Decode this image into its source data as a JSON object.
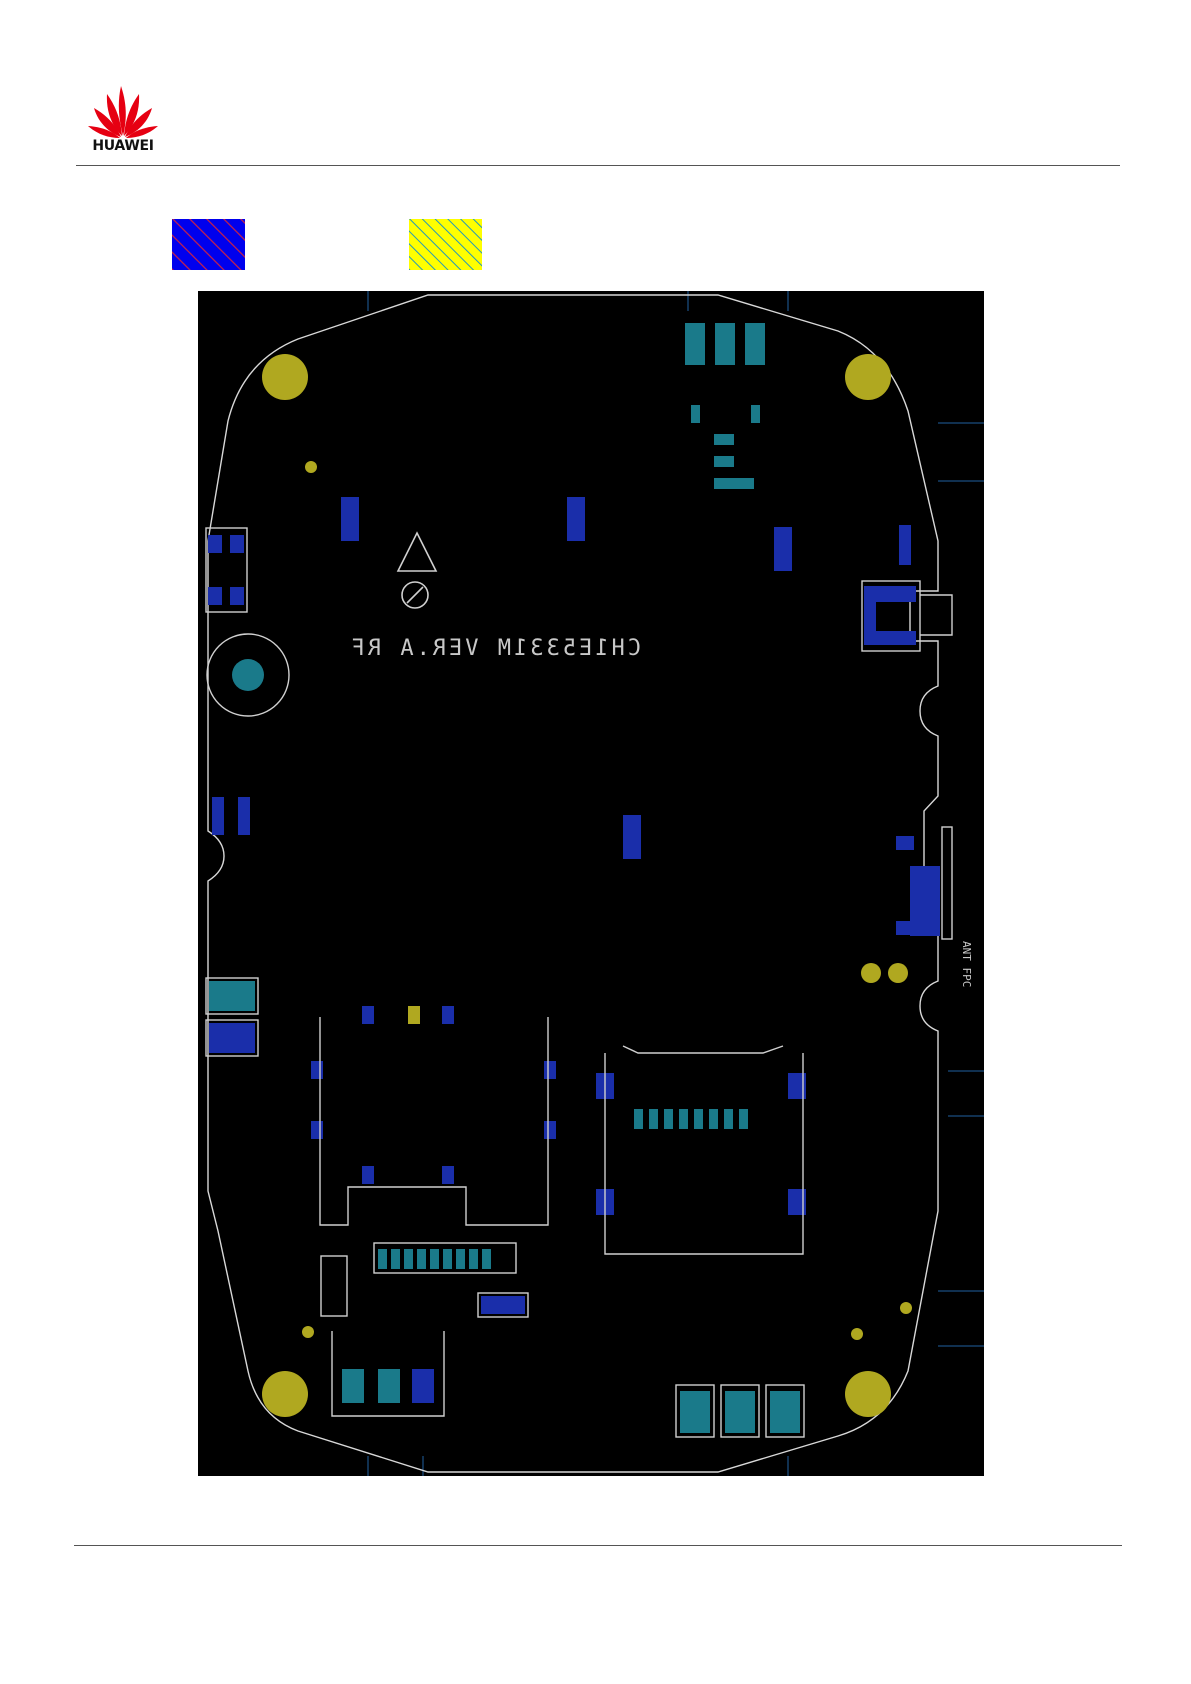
{
  "header": {
    "logo_text": "HUAWEI",
    "logo_icon": "huawei-petal-logo",
    "brand_color": "#e60012"
  },
  "legend": {
    "swatches": [
      {
        "name": "blue-hatched",
        "fill": "#0000ee",
        "hatch": "#cc2244"
      },
      {
        "name": "yellow-hatched",
        "fill": "#ffff00",
        "hatch": "#2299bb"
      }
    ]
  },
  "board": {
    "silkscreen_label": "CH1E5331M VER.A RF",
    "edge_label": "ANT FPC",
    "colors": {
      "background": "#000000",
      "outline": "#d8d8d8",
      "pad_teal": "#1a7a8a",
      "pad_blue": "#1a2eaa",
      "mount_hole": "#b0a820"
    }
  }
}
